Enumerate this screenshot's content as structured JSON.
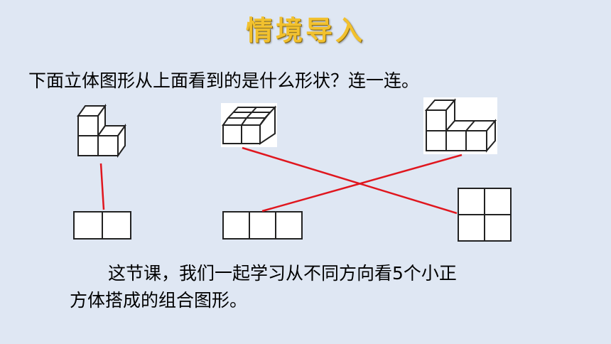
{
  "slide": {
    "title": "情境导入",
    "question": "下面立体图形从上面看到的是什么形状？连一连。",
    "paragraph_line1": "这节课，我们一起学习从不同方向看5个小正",
    "paragraph_line2": "方体搭成的组合图形。"
  },
  "figures": {
    "solids": [
      "l-shaped-solid",
      "two-by-two-block-solid",
      "l-row-solid"
    ],
    "top_views": [
      "two-square-row",
      "three-square-row",
      "two-by-two-grid"
    ],
    "matches": [
      {
        "solid": "l-shaped-solid",
        "top_view": "two-square-row"
      },
      {
        "solid": "two-by-two-block-solid",
        "top_view": "two-by-two-grid"
      },
      {
        "solid": "l-row-solid",
        "top_view": "three-square-row"
      }
    ],
    "line_color": "#e0161e"
  }
}
